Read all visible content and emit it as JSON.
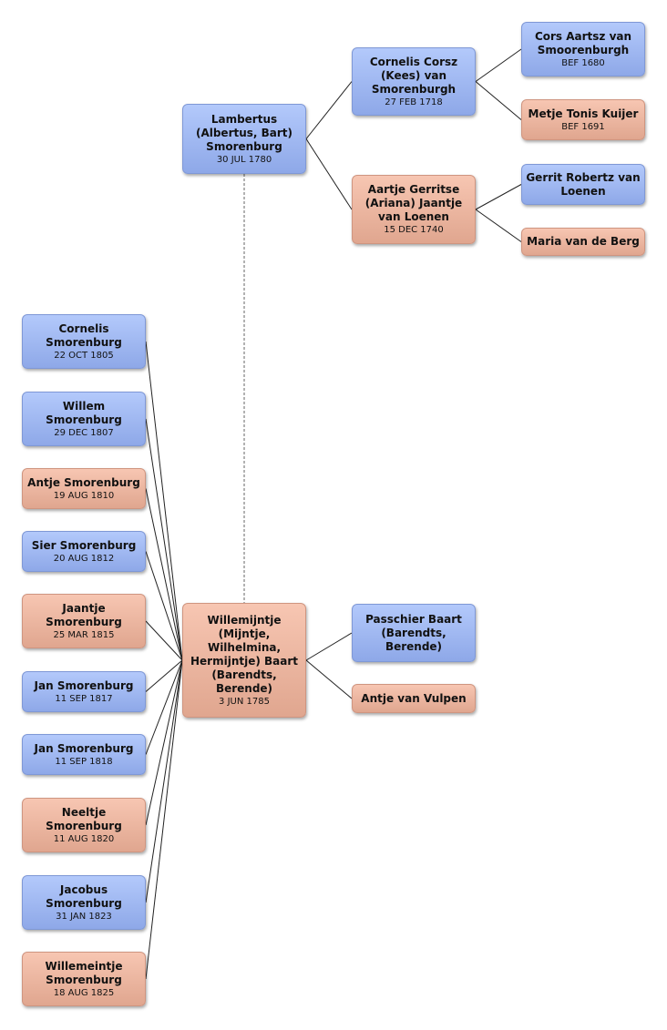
{
  "people": {
    "lambertus": {
      "name": "Lambertus (Albertus, Bart) Smorenburg",
      "date": "30 JUL 1780",
      "sex": "male"
    },
    "cornelis_c": {
      "name": "Cornelis Corsz (Kees) van Smorenburgh",
      "date": "27 FEB 1718",
      "sex": "male"
    },
    "aartje": {
      "name": "Aartje Gerritse (Ariana) Jaantje van Loenen",
      "date": "15 DEC 1740",
      "sex": "female"
    },
    "cors": {
      "name": "Cors Aartsz van Smoorenburgh",
      "date": "BEF 1680",
      "sex": "male"
    },
    "metje": {
      "name": "Metje Tonis Kuijer",
      "date": "BEF 1691",
      "sex": "female"
    },
    "gerrit": {
      "name": "Gerrit Robertz van Loenen",
      "date": "",
      "sex": "male"
    },
    "maria": {
      "name": "Maria van de Berg",
      "date": "",
      "sex": "female"
    },
    "willemijntje": {
      "name": "Willemijntje (Mijntje, Wilhelmina, Hermijntje) Baart (Barendts, Berende)",
      "date": "3 JUN 1785",
      "sex": "female"
    },
    "passchier": {
      "name": "Passchier Baart (Barendts, Berende)",
      "date": "",
      "sex": "male"
    },
    "antje_v": {
      "name": "Antje van Vulpen",
      "date": "",
      "sex": "female"
    }
  },
  "children": [
    {
      "name": "Cornelis Smorenburg",
      "date": "22 OCT 1805",
      "sex": "male"
    },
    {
      "name": "Willem Smorenburg",
      "date": "29 DEC 1807",
      "sex": "male"
    },
    {
      "name": "Antje Smorenburg",
      "date": "19 AUG 1810",
      "sex": "female"
    },
    {
      "name": "Sier Smorenburg",
      "date": "20 AUG 1812",
      "sex": "male"
    },
    {
      "name": "Jaantje Smorenburg",
      "date": "25 MAR 1815",
      "sex": "female"
    },
    {
      "name": "Jan Smorenburg",
      "date": "11 SEP 1817",
      "sex": "male"
    },
    {
      "name": "Jan Smorenburg",
      "date": "11 SEP 1818",
      "sex": "male"
    },
    {
      "name": "Neeltje Smorenburg",
      "date": "11 AUG 1820",
      "sex": "female"
    },
    {
      "name": "Jacobus Smorenburg",
      "date": "31 JAN 1823",
      "sex": "male"
    },
    {
      "name": "Willemeintje Smorenburg",
      "date": "18 AUG 1825",
      "sex": "female"
    }
  ]
}
